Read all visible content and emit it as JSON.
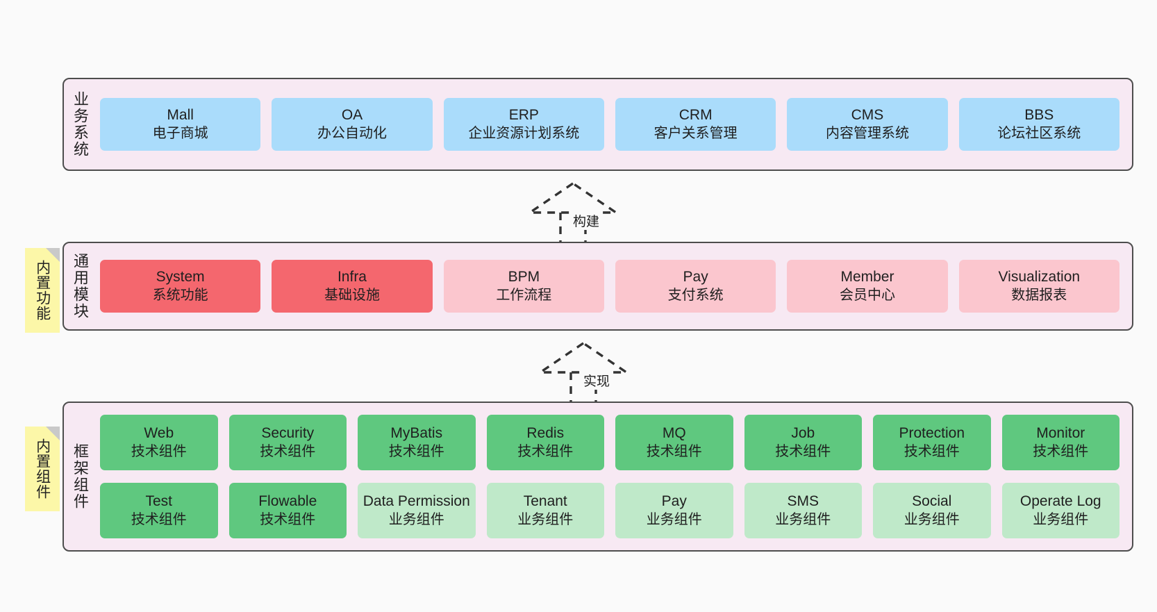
{
  "colors": {
    "page_background": "#fafafa",
    "layer_background": "#f7e9f3",
    "layer_border": "#4d4d4d",
    "business_card": "#aadcfb",
    "module_core": "#f4676e",
    "module_optional": "#fbc6ce",
    "tech_component": "#5fc87f",
    "biz_component": "#bfe9c9",
    "sticky_note": "#fcf7a8",
    "sticky_fold": "#c9c9c9"
  },
  "layers": [
    {
      "id": "business-system",
      "label": "业务系统",
      "rows": [
        {
          "cards": [
            {
              "name": "Mall",
              "sub": "电子商城",
              "style": "c-blue"
            },
            {
              "name": "OA",
              "sub": "办公自动化",
              "style": "c-blue"
            },
            {
              "name": "ERP",
              "sub": "企业资源计划系统",
              "style": "c-blue"
            },
            {
              "name": "CRM",
              "sub": "客户关系管理",
              "style": "c-blue"
            },
            {
              "name": "CMS",
              "sub": "内容管理系统",
              "style": "c-blue"
            },
            {
              "name": "BBS",
              "sub": "论坛社区系统",
              "style": "c-blue"
            }
          ]
        }
      ]
    },
    {
      "id": "common-module",
      "label": "通用模块",
      "sticky": "内置功能",
      "rows": [
        {
          "cards": [
            {
              "name": "System",
              "sub": "系统功能",
              "style": "c-red"
            },
            {
              "name": "Infra",
              "sub": "基础设施",
              "style": "c-red"
            },
            {
              "name": "BPM",
              "sub": "工作流程",
              "style": "c-pink"
            },
            {
              "name": "Pay",
              "sub": "支付系统",
              "style": "c-pink"
            },
            {
              "name": "Member",
              "sub": "会员中心",
              "style": "c-pink"
            },
            {
              "name": "Visualization",
              "sub": "数据报表",
              "style": "c-pink"
            }
          ]
        }
      ]
    },
    {
      "id": "framework-component",
      "label": "框架组件",
      "sticky": "内置组件",
      "rows": [
        {
          "cards": [
            {
              "name": "Web",
              "sub": "技术组件",
              "style": "c-green"
            },
            {
              "name": "Security",
              "sub": "技术组件",
              "style": "c-green"
            },
            {
              "name": "MyBatis",
              "sub": "技术组件",
              "style": "c-green"
            },
            {
              "name": "Redis",
              "sub": "技术组件",
              "style": "c-green"
            },
            {
              "name": "MQ",
              "sub": "技术组件",
              "style": "c-green"
            },
            {
              "name": "Job",
              "sub": "技术组件",
              "style": "c-green"
            },
            {
              "name": "Protection",
              "sub": "技术组件",
              "style": "c-green"
            },
            {
              "name": "Monitor",
              "sub": "技术组件",
              "style": "c-green"
            }
          ]
        },
        {
          "cards": [
            {
              "name": "Test",
              "sub": "技术组件",
              "style": "c-green"
            },
            {
              "name": "Flowable",
              "sub": "技术组件",
              "style": "c-green"
            },
            {
              "name": "Data Permission",
              "sub": "业务组件",
              "style": "c-greenlight"
            },
            {
              "name": "Tenant",
              "sub": "业务组件",
              "style": "c-greenlight"
            },
            {
              "name": "Pay",
              "sub": "业务组件",
              "style": "c-greenlight"
            },
            {
              "name": "SMS",
              "sub": "业务组件",
              "style": "c-greenlight"
            },
            {
              "name": "Social",
              "sub": "业务组件",
              "style": "c-greenlight"
            },
            {
              "name": "Operate Log",
              "sub": "业务组件",
              "style": "c-greenlight"
            }
          ]
        }
      ]
    }
  ],
  "connectors": [
    {
      "id": "build",
      "label": "构建"
    },
    {
      "id": "implement",
      "label": "实现"
    }
  ]
}
